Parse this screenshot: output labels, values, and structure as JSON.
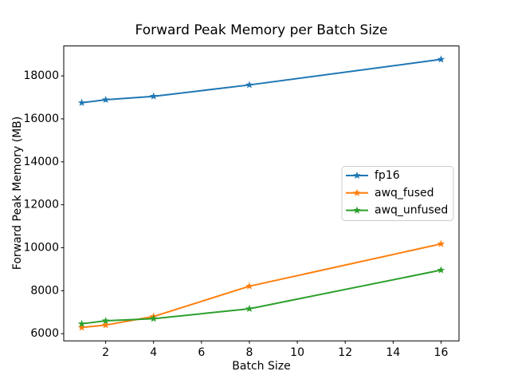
{
  "window": {
    "background": "#ffffff"
  },
  "chart_data": {
    "type": "line",
    "title": "Forward Peak Memory per Batch Size",
    "xlabel": "Batch Size",
    "ylabel": "Forward Peak Memory (MB)",
    "x": [
      1,
      2,
      4,
      8,
      16
    ],
    "series": [
      {
        "name": "fp16",
        "color": "#1f77b4",
        "marker": "star",
        "values": [
          16750,
          16890,
          17050,
          17580,
          18770
        ]
      },
      {
        "name": "awq_fused",
        "color": "#ff7f0e",
        "marker": "star",
        "values": [
          6290,
          6400,
          6800,
          8210,
          10180
        ]
      },
      {
        "name": "awq_unfused",
        "color": "#2ca02c",
        "marker": "star",
        "values": [
          6460,
          6600,
          6700,
          7160,
          8960
        ]
      }
    ],
    "xticks": [
      2,
      4,
      6,
      8,
      10,
      12,
      14,
      16
    ],
    "yticks": [
      6000,
      8000,
      10000,
      12000,
      14000,
      16000,
      18000
    ],
    "xlim": [
      0.25,
      16.75
    ],
    "ylim": [
      5666,
      19394
    ],
    "grid": false,
    "legend": {
      "position": "center-right",
      "entries": [
        "fp16",
        "awq_fused",
        "awq_unfused"
      ],
      "border_color": "#cccccc",
      "background": "#ffffff"
    },
    "axis_color": "#000000",
    "text_color": "#000000"
  }
}
